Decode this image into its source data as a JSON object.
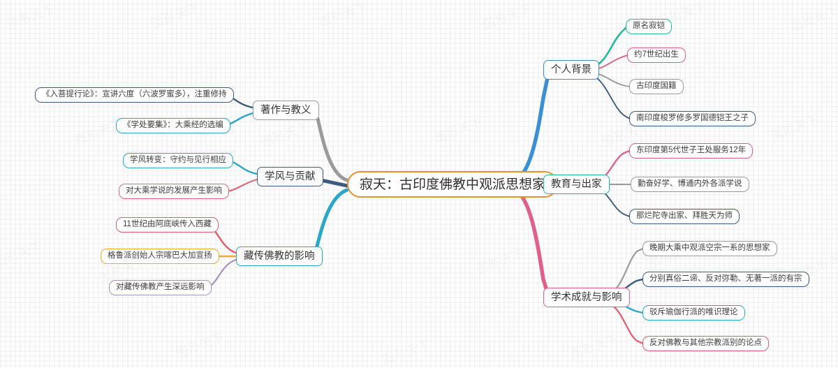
{
  "diagram": {
    "type": "mindmap",
    "watermark_text": "图形天下",
    "root": {
      "label": "寂天：古印度佛教中观派思想家",
      "color": "#e8922f"
    },
    "branches": [
      {
        "id": "personal-background",
        "label": "个人背景",
        "side": "right",
        "color": "#3b8fd4",
        "children": [
          {
            "label": "原名寂铠",
            "color": "#25b89a"
          },
          {
            "label": "约7世纪出生",
            "color": "#d9628c"
          },
          {
            "label": "古印度国籍",
            "color": "#9a9a9a"
          },
          {
            "label": "南印度梭罗修多罗国德铠王之子",
            "color": "#3d5a80"
          }
        ]
      },
      {
        "id": "education-monkhood",
        "label": "教育与出家",
        "side": "right",
        "color": "#22b79a",
        "children": [
          {
            "label": "东印度第5代世子王处服务12年",
            "color": "#d9628c"
          },
          {
            "label": "勤奋好学、博通内外各派学说",
            "color": "#9a9a9a"
          },
          {
            "label": "那烂陀寺出家、拜胜天为师",
            "color": "#3d5a80"
          }
        ]
      },
      {
        "id": "academic-achievements",
        "label": "学术成就与影响",
        "side": "right",
        "color": "#df6189",
        "children": [
          {
            "label": "晚期大乘中观派空宗一系的思想家",
            "color": "#9a9a9a"
          },
          {
            "label": "分别真俗二谛、反对弥勒、无著一派的有宗",
            "color": "#3d5a80"
          },
          {
            "label": "驳斥瑜伽行派的唯识理论",
            "color": "#2aa7c9"
          },
          {
            "label": "反对佛教与其他宗教派别的论点",
            "color": "#e35b6a"
          }
        ]
      },
      {
        "id": "works-doctrine",
        "label": "著作与教义",
        "side": "left",
        "color": "#9a9a9a",
        "children": [
          {
            "label": "《入菩提行论》：宣讲六度（六波罗蜜多），注重修持",
            "color": "#3d5a80"
          },
          {
            "label": "《学处要集》：大乘经的选编",
            "color": "#2aa7c9"
          }
        ]
      },
      {
        "id": "style-contribution",
        "label": "学风与贡献",
        "side": "left",
        "color": "#3d5a80",
        "children": [
          {
            "label": "学风转变：守约与见行相应",
            "color": "#2aa7c9"
          },
          {
            "label": "对大乘学说的发展产生影响",
            "color": "#e06a7a"
          }
        ]
      },
      {
        "id": "tibetan-buddhism-influence",
        "label": "藏传佛教的影响",
        "side": "left",
        "color": "#2aa7c9",
        "children": [
          {
            "label": "11世纪由阿底峡传入西藏",
            "color": "#e35b6a"
          },
          {
            "label": "格鲁派创始人宗喀巴大加宣扬",
            "color": "#f0a830"
          },
          {
            "label": "对藏传佛教产生深远影响",
            "color": "#a98fc4"
          }
        ]
      }
    ]
  }
}
